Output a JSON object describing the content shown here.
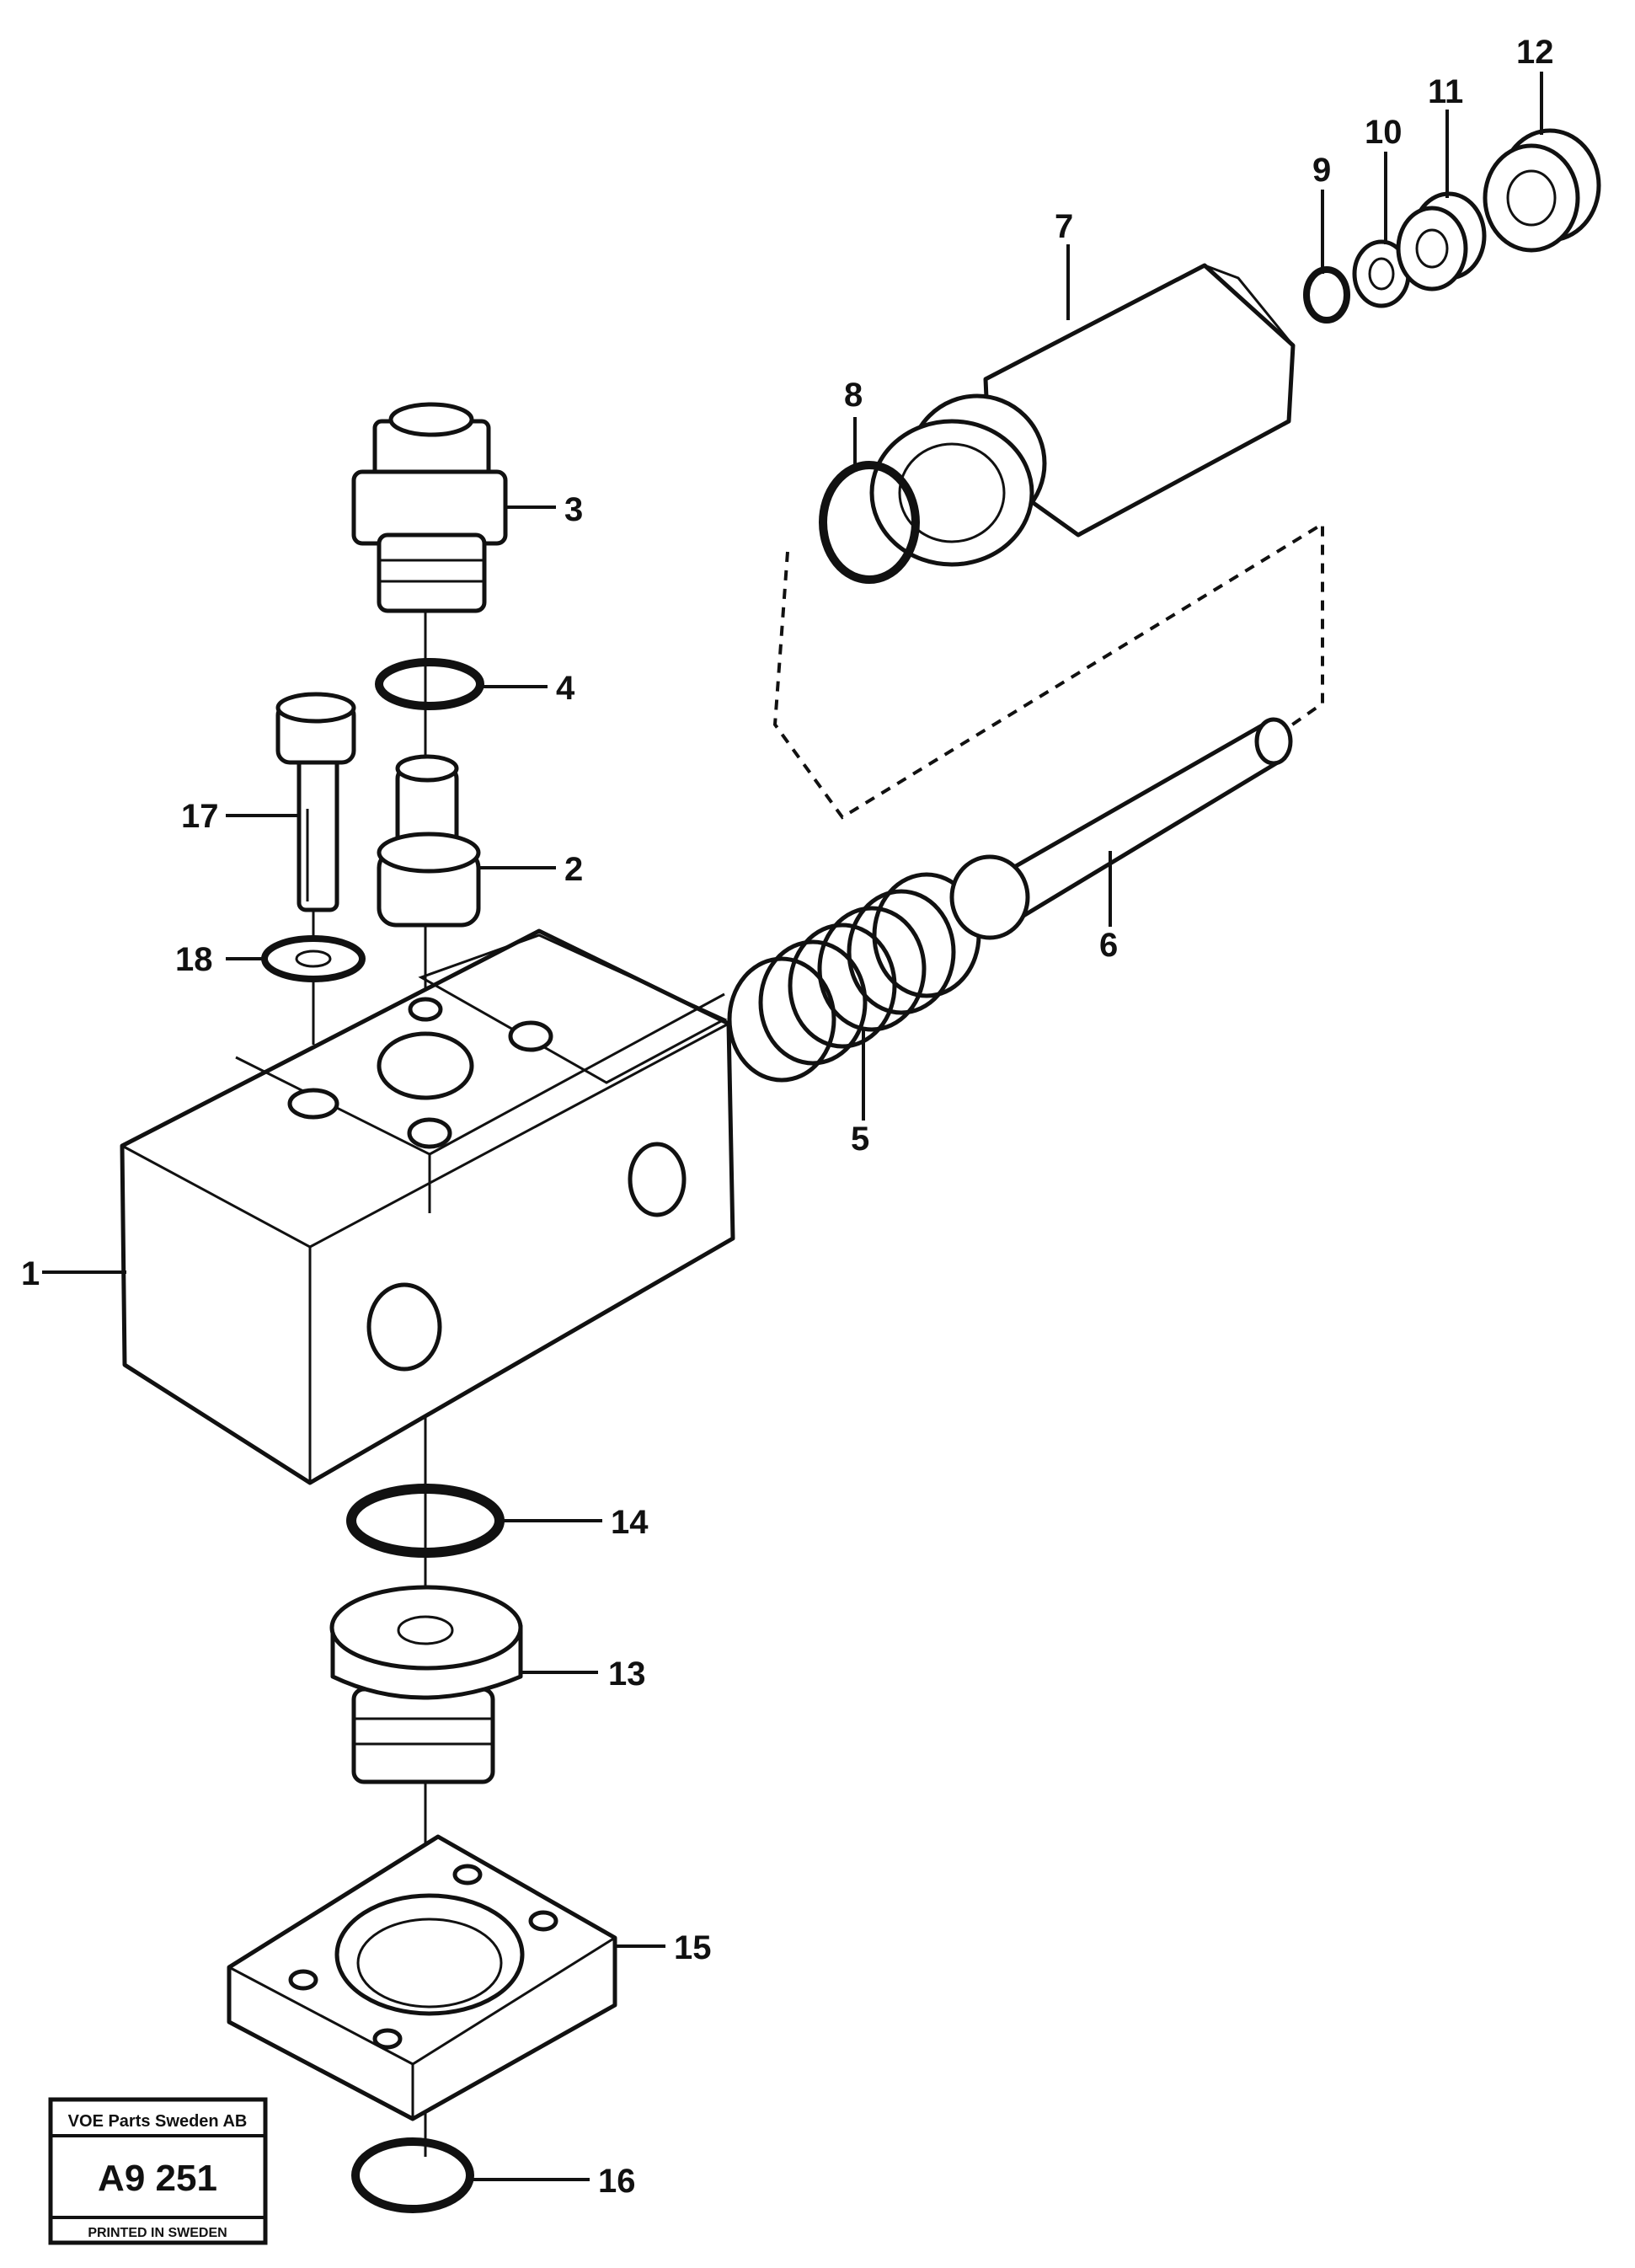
{
  "callouts": [
    "1",
    "2",
    "3",
    "4",
    "5",
    "6",
    "7",
    "8",
    "9",
    "10",
    "11",
    "12",
    "13",
    "14",
    "15",
    "16",
    "17",
    "18"
  ],
  "stamp": {
    "company": "VOE Parts Sweden AB",
    "code": "A9 251",
    "footer": "PRINTED IN SWEDEN"
  }
}
